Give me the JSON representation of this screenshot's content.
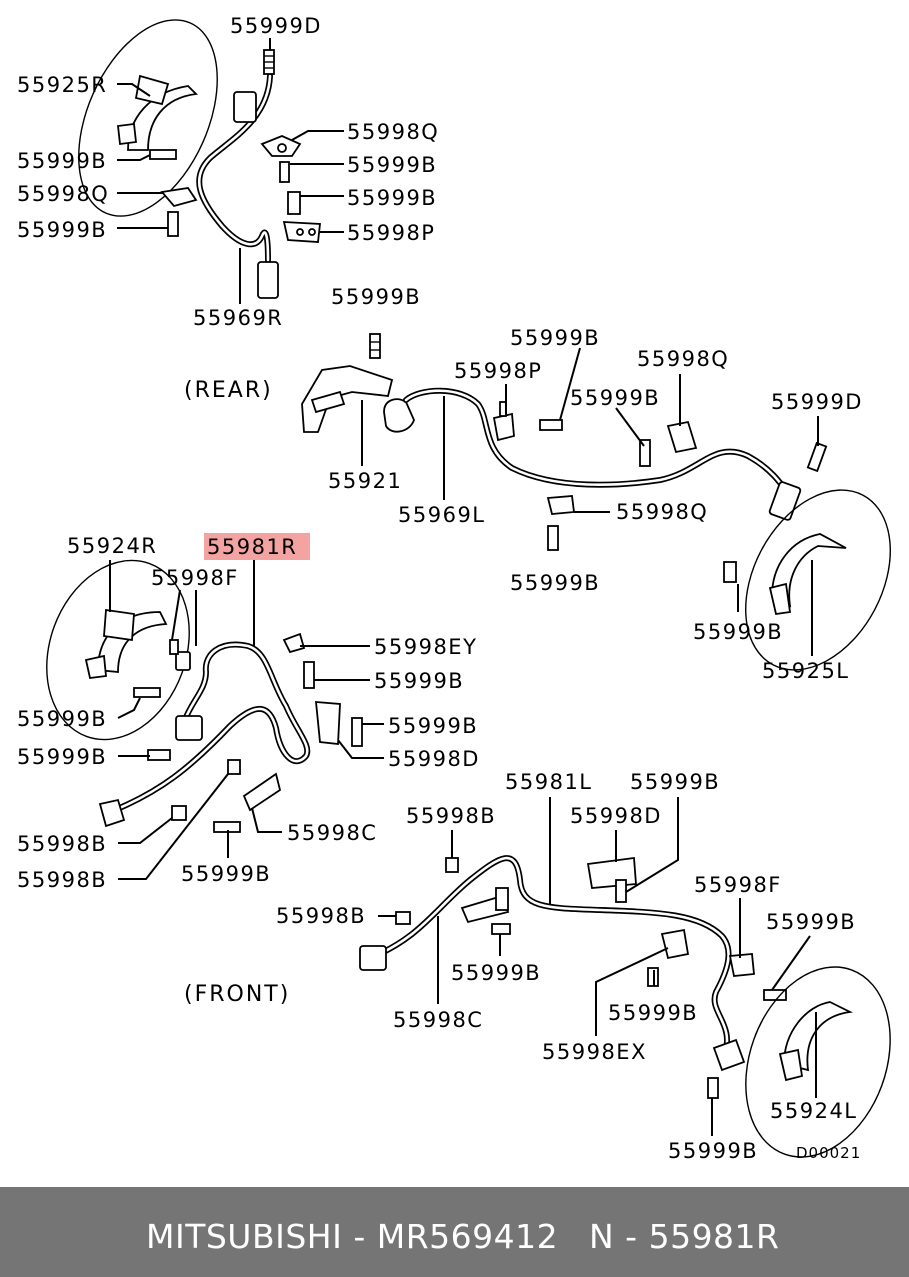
{
  "diagram": {
    "sections": {
      "rear": "(REAR)",
      "front": "(FRONT)"
    },
    "drawing_code": "D00021",
    "highlight_color": "#f4a3a3",
    "labels": {
      "r_55999D_top": "55999D",
      "r_55925R": "55925R",
      "r_55999B_1": "55999B",
      "r_55998Q_1": "55998Q",
      "r_55999B_2": "55999B",
      "r_55998Q_2": "55998Q",
      "r_55999B_3": "55999B",
      "r_55999B_4": "55999B",
      "r_55998P": "55998P",
      "r_55969R": "55969R",
      "l_55999B_top": "55999B",
      "l_55999B_2": "55999B",
      "l_55998P": "55998P",
      "l_55998Q_1": "55998Q",
      "l_55999B_3": "55999B",
      "l_55999D": "55999D",
      "l_55921": "55921",
      "l_55969L": "55969L",
      "l_55998Q_2": "55998Q",
      "l_55999B_4": "55999B",
      "l_55999B_5": "55999B",
      "l_55925L": "55925L",
      "f_55924R": "55924R",
      "f_55981R": "55981R",
      "f_55998F": "55998F",
      "f_55998EY": "55998EY",
      "f_55999B_1": "55999B",
      "f_55999B_2": "55999B",
      "f_55999B_3": "55999B",
      "f_55998D": "55998D",
      "f_55999B_4": "55999B",
      "f_55998C": "55998C",
      "f_55998B_1": "55998B",
      "f_55998B_2": "55998B",
      "f_55999B_5": "55999B",
      "fl_55981L": "55981L",
      "fl_55999B_1": "55999B",
      "fl_55998B_1": "55998B",
      "fl_55998D": "55998D",
      "fl_55998F": "55998F",
      "fl_55998B_2": "55998B",
      "fl_55999B_2": "55999B",
      "fl_55999B_3": "55999B",
      "fl_55998C": "55998C",
      "fl_55999B_4": "55999B",
      "fl_55998EX": "55998EX",
      "fl_55924L": "55924L",
      "fl_55999B_5": "55999B"
    }
  },
  "footer": {
    "brand_part": "MITSUBISHI - MR569412",
    "ref": "N - 55981R",
    "background": "#757575"
  }
}
